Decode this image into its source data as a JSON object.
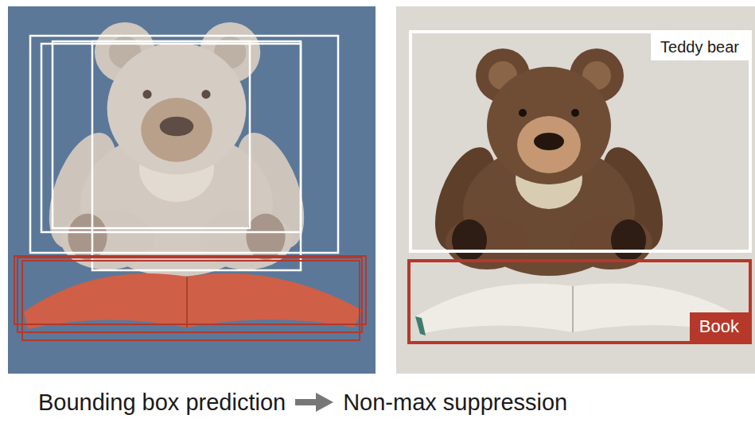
{
  "diagram": {
    "nodes": [
      {
        "text": [
          "Teddy bear"
        ]
      },
      {
        "text": [
          "Book"
        ]
      }
    ],
    "labels": [
      "Bounding box prediction",
      "Non-max suppression"
    ]
  }
}
